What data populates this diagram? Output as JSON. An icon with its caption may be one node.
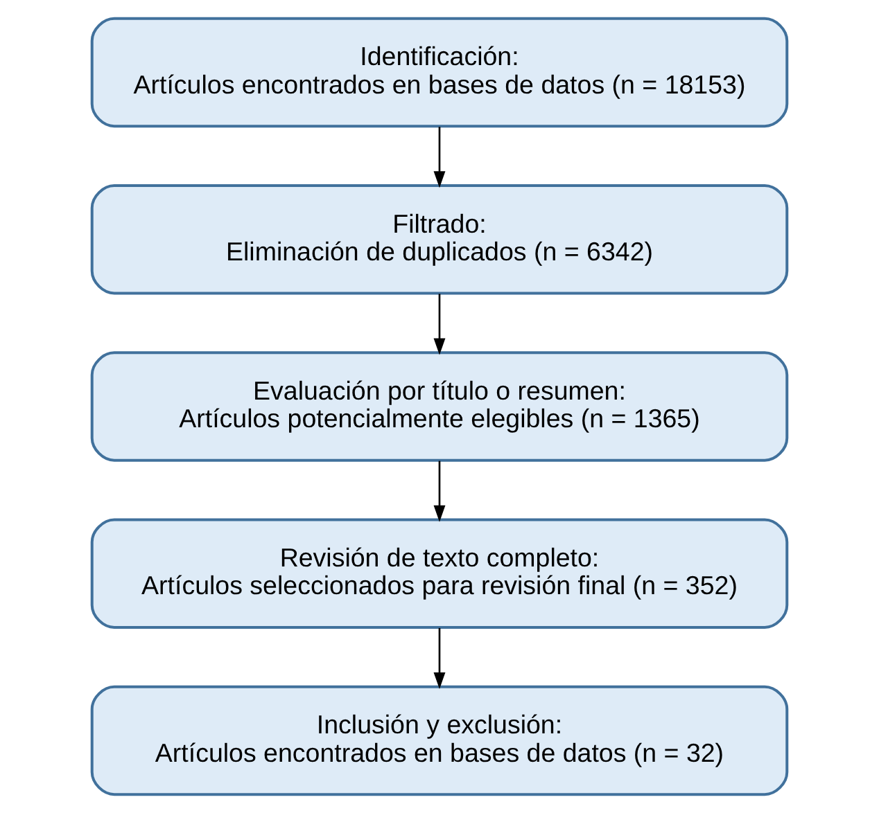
{
  "diagram": {
    "nodes": [
      {
        "text": [
          "Identificación:",
          "Artículos encontrados en bases de datos (n = 18153)"
        ]
      },
      {
        "text": [
          "Filtrado:",
          "Eliminación de duplicados (n = 6342)"
        ]
      },
      {
        "text": [
          "Evaluación por título o resumen:",
          "Artículos potencialmente elegibles (n = 1365)"
        ]
      },
      {
        "text": [
          "Revisión de texto completo:",
          "Artículos seleccionados para revisión final (n = 352)"
        ]
      },
      {
        "text": [
          "Inclusión y exclusión:",
          "Artículos encontrados en bases de datos (n = 32)"
        ]
      }
    ],
    "edges": [
      {
        "from": 0,
        "to": 1,
        "arrow": "to"
      },
      {
        "from": 1,
        "to": 2,
        "arrow": "to"
      },
      {
        "from": 2,
        "to": 3,
        "arrow": "to"
      },
      {
        "from": 3,
        "to": 4,
        "arrow": "to"
      }
    ]
  }
}
